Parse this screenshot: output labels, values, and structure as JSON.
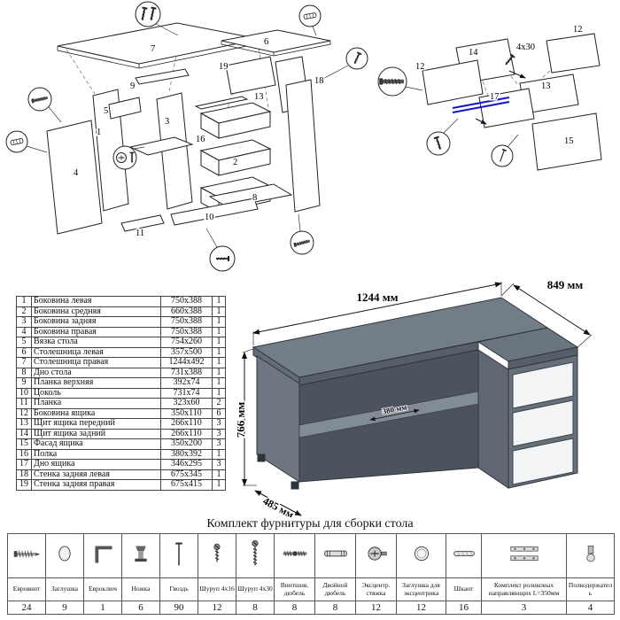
{
  "parts_table": {
    "rows": [
      {
        "num": "1",
        "name": "Боковина левая",
        "size": "750x388",
        "qty": "1"
      },
      {
        "num": "2",
        "name": "Боковина средняя",
        "size": "660x388",
        "qty": "1"
      },
      {
        "num": "3",
        "name": "Боковина задняя",
        "size": "750x388",
        "qty": "1"
      },
      {
        "num": "4",
        "name": "Боковина правая",
        "size": "750x388",
        "qty": "1"
      },
      {
        "num": "5",
        "name": "Вязка стола",
        "size": "754x260",
        "qty": "1"
      },
      {
        "num": "6",
        "name": "Столешница левая",
        "size": "357x500",
        "qty": "1"
      },
      {
        "num": "7",
        "name": "Столешница правая",
        "size": "1244x492",
        "qty": "1"
      },
      {
        "num": "8",
        "name": "Дно стола",
        "size": "731x388",
        "qty": "1"
      },
      {
        "num": "9",
        "name": "Планка верхняя",
        "size": "392x74",
        "qty": "1"
      },
      {
        "num": "10",
        "name": "Цоколь",
        "size": "731x74",
        "qty": "1"
      },
      {
        "num": "11",
        "name": "Планка",
        "size": "323x60",
        "qty": "2"
      },
      {
        "num": "12",
        "name": "Боковина ящика",
        "size": "350x110",
        "qty": "6"
      },
      {
        "num": "13",
        "name": "Щит ящика передний",
        "size": "266x110",
        "qty": "3"
      },
      {
        "num": "14",
        "name": "Щит ящика задний",
        "size": "266x110",
        "qty": "3"
      },
      {
        "num": "15",
        "name": "Фасад ящика",
        "size": "350x200",
        "qty": "3"
      },
      {
        "num": "16",
        "name": "Полка",
        "size": "380x392",
        "qty": "1"
      },
      {
        "num": "17",
        "name": "Дно ящика",
        "size": "346x295",
        "qty": "3"
      },
      {
        "num": "18",
        "name": "Стенка задняя левая",
        "size": "675x345",
        "qty": "1"
      },
      {
        "num": "19",
        "name": "Стенка задняя правая",
        "size": "675x415",
        "qty": "1"
      }
    ]
  },
  "desk": {
    "dim_width": "1244 мм",
    "dim_depth": "849 мм",
    "dim_height": "766 мм",
    "dim_foot": "485 мм",
    "dim_shelf": "380 мм"
  },
  "exploded_main": {
    "part_numbers": [
      "1",
      "2",
      "3",
      "4",
      "5",
      "6",
      "7",
      "8",
      "9",
      "10",
      "11",
      "13",
      "16",
      "18",
      "19"
    ]
  },
  "exploded_drawer": {
    "part_numbers": [
      "12",
      "12",
      "13",
      "14",
      "15",
      "17"
    ],
    "screw_note": "4x30"
  },
  "hardware": {
    "title": "Комплект фурнитуры для сборки стола",
    "items": [
      {
        "label": "Евровинт",
        "qty": "24",
        "icon": "confirmat-screw"
      },
      {
        "label": "Заглушка",
        "qty": "9",
        "icon": "plug-cap"
      },
      {
        "label": "Евроключ",
        "qty": "1",
        "icon": "hex-key"
      },
      {
        "label": "Ножка",
        "qty": "6",
        "icon": "furniture-leg"
      },
      {
        "label": "Гвоздь",
        "qty": "90",
        "icon": "nail"
      },
      {
        "label": "Шуруп 4x16",
        "qty": "12",
        "icon": "screw-small"
      },
      {
        "label": "Шуруп 4x30",
        "qty": "8",
        "icon": "screw-large"
      },
      {
        "label": "Винтшив. дюбель",
        "qty": "8",
        "icon": "dowel-screw"
      },
      {
        "label": "Двойной дюбель",
        "qty": "8",
        "icon": "double-dowel"
      },
      {
        "label": "Эксцентр. стяжка",
        "qty": "12",
        "icon": "eccentric-cam"
      },
      {
        "label": "Заглушка для эксцентрика",
        "qty": "12",
        "icon": "cam-cover"
      },
      {
        "label": "Шкант",
        "qty": "16",
        "icon": "wooden-dowel"
      },
      {
        "label": "Комплект роликовых направляющих L=350мм",
        "qty": "3",
        "icon": "roller-slides"
      },
      {
        "label": "Полкодержатель",
        "qty": "4",
        "icon": "shelf-support"
      }
    ]
  }
}
